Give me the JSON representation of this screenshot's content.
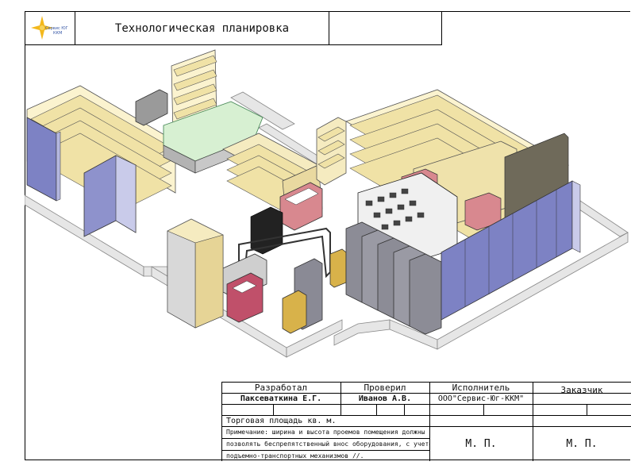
{
  "header": {
    "logo_text_line1": "Сервис ЮГ",
    "logo_text_line2": "ККМ",
    "title": "Технологическая планировка"
  },
  "stamp": {
    "developed_label": "Разработал",
    "developer_name": "Паксеваткина Е.Г.",
    "checked_label": "Проверил",
    "checker_name": "Иванов А.В.",
    "executor_label": "Исполнитель",
    "executor_name": "ООО\"Сервис-Юг-ККМ\"",
    "customer_label": "Заказчик",
    "area_label": "Торговая площадь  кв. м.",
    "note_line1": "Примечание: ширина и высота проемов помещения должны",
    "note_line2": "позволять беспрепятственный внос оборудования, с учетом",
    "note_line3": "подъемно-транспортных механизмов //.",
    "mp_executor": "М. П.",
    "mp_customer": "М. П."
  },
  "colors": {
    "shelf_top": "#f2e6b0",
    "shelf_front": "#d9c27a",
    "rack_side": "#6f74b8",
    "rack_side_light": "#c9c9e8",
    "floor_strip": "#e4e4e4",
    "refrigerator": "#8c8c96",
    "counter_red": "#c0506a",
    "counter_yellow": "#d8b24a"
  },
  "drawing": {
    "icons": [
      "company-logo-star-icon"
    ]
  }
}
